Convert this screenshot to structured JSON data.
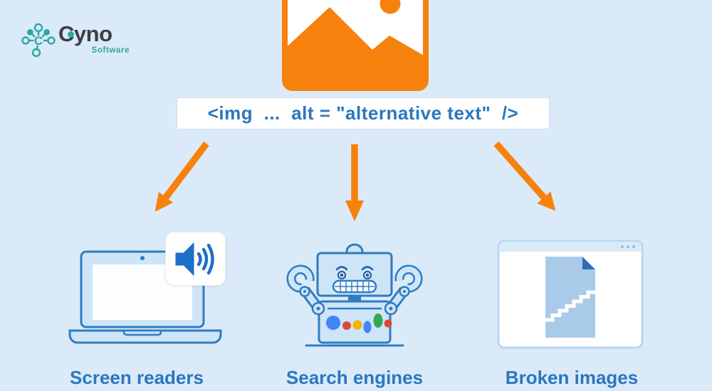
{
  "page": {
    "background": "#DBEAF8"
  },
  "logo": {
    "brand": "Cyno",
    "subtitle": "Software",
    "icon": "network-nodes-icon",
    "icon_letter": "C"
  },
  "hero": {
    "icon": "image-placeholder-icon",
    "description": "orange picture placeholder with mountains and sun"
  },
  "code": {
    "snippet": "<img  ...  alt = \"alternative text\"  />"
  },
  "arrows": [
    {
      "icon": "arrow-down-left-icon"
    },
    {
      "icon": "arrow-down-icon"
    },
    {
      "icon": "arrow-down-right-icon"
    }
  ],
  "items": [
    {
      "label": "Screen readers",
      "icon": "laptop-speaker-icon"
    },
    {
      "label": "Search engines",
      "icon": "search-robot-icon"
    },
    {
      "label": "Broken images",
      "icon": "broken-image-browser-icon"
    }
  ],
  "palette": {
    "background": "#DBEAF8",
    "orange": "#F6820D",
    "label_blue": "#2B77BE",
    "outline_blue": "#2E7CC2",
    "fill_blue": "#CEE4F7",
    "teal": "#2BA8A1",
    "logo_dark": "#3B4046",
    "code_border": "#D7DEE8",
    "speaker_blue": "#1E6FC6",
    "window_border": "#B9D6EE",
    "titlebar_blue": "#D9EAF9",
    "doc_blue": "#A9CBE9",
    "fold_blue": "#2E6FB4",
    "google_blue": "#4285F4",
    "google_red": "#E0473C",
    "google_yellow": "#F4B400",
    "google_green": "#34A853"
  }
}
